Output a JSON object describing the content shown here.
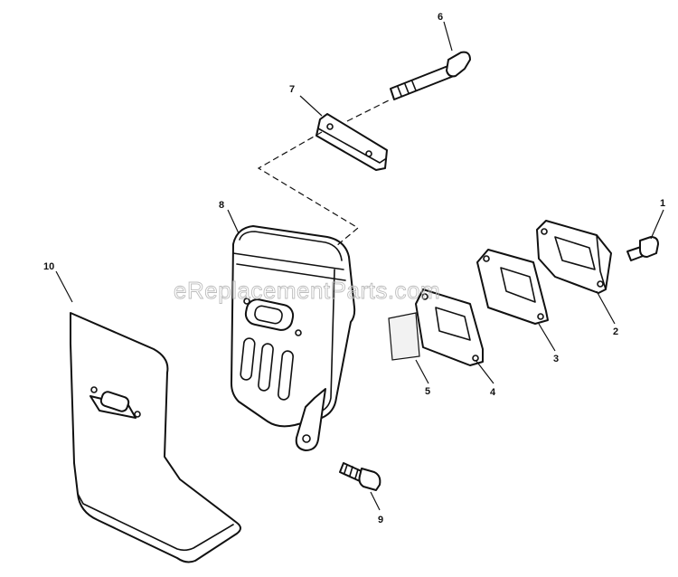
{
  "watermark": "eReplacementParts.com",
  "callouts": [
    {
      "id": "1",
      "label": "1"
    },
    {
      "id": "2",
      "label": "2"
    },
    {
      "id": "3",
      "label": "3"
    },
    {
      "id": "4",
      "label": "4"
    },
    {
      "id": "5",
      "label": "5"
    },
    {
      "id": "6",
      "label": "6"
    },
    {
      "id": "7",
      "label": "7"
    },
    {
      "id": "8",
      "label": "8"
    },
    {
      "id": "9",
      "label": "9"
    },
    {
      "id": "10",
      "label": "10"
    }
  ],
  "colors": {
    "line": "#111111",
    "watermark": "#bdbdbd",
    "background": "#ffffff"
  }
}
